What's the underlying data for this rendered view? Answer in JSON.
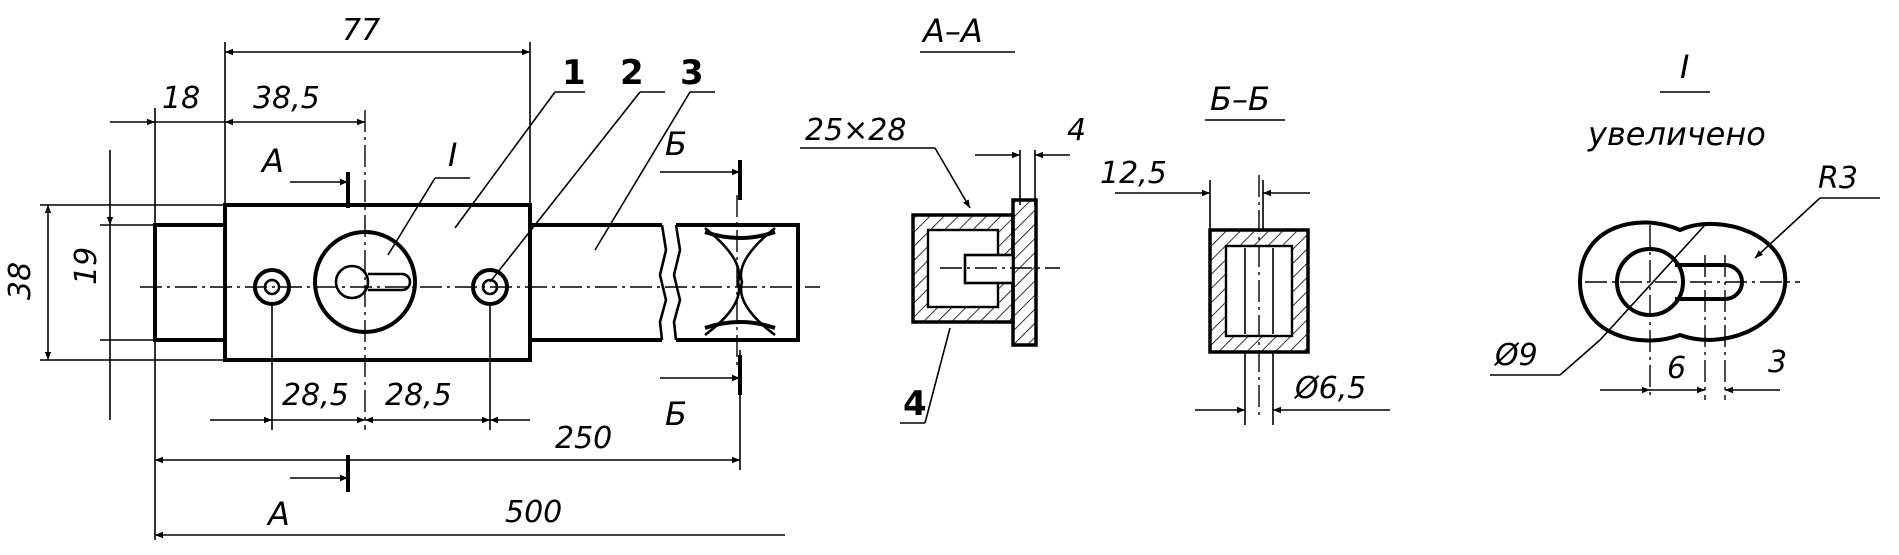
{
  "dimensions": {
    "d77": "77",
    "d18": "18",
    "d38_5": "38,5",
    "d38": "38",
    "d19": "19",
    "d28_5_left": "28,5",
    "d28_5_right": "28,5",
    "d250": "250",
    "d500": "500",
    "d25x28": "25×28",
    "d4": "4",
    "d12_5": "12,5",
    "d6_5": "Ø6,5",
    "r3": "R3",
    "d9": "Ø9",
    "d6": "6",
    "d3": "3"
  },
  "callouts": {
    "part1": "1",
    "part2": "2",
    "part3": "3",
    "part4": "4",
    "detail_mark": "I"
  },
  "sections": {
    "cut_a_top": "А",
    "cut_a_bottom": "А",
    "cut_b_top": "Б",
    "cut_b_bottom": "Б",
    "section_aa_title": "А–А",
    "section_bb_title": "Б–Б",
    "detail_title": "I",
    "detail_subtitle": "увеличено"
  }
}
